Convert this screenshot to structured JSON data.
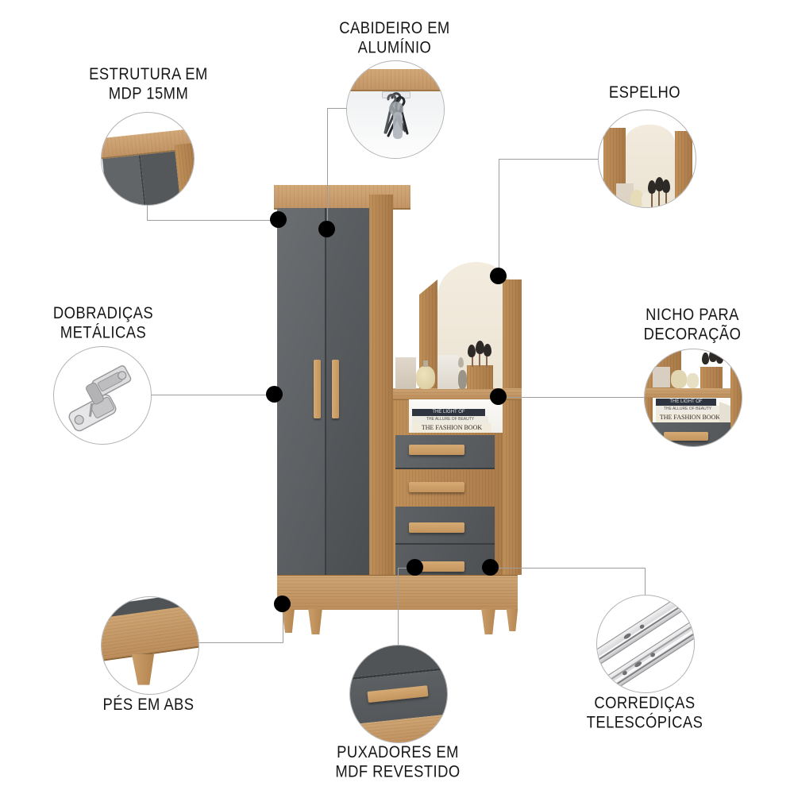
{
  "callouts": {
    "estrutura": {
      "label": "ESTRUTURA EM\nMDP 15MM"
    },
    "cabideiro": {
      "label": "CABIDEIRO EM\nALUMÍNIO"
    },
    "espelho": {
      "label": "ESPELHO"
    },
    "dobradicas": {
      "label": "DOBRADIÇAS\nMETÁLICAS"
    },
    "nicho": {
      "label": "NICHO PARA\nDECORAÇÃO"
    },
    "pes": {
      "label": "PÉS EM ABS"
    },
    "puxadores": {
      "label": "PUXADORES EM\nMDF REVESTIDO"
    },
    "corredicas": {
      "label": "CORREDIÇAS\nTELESCÓPICAS"
    }
  },
  "books": {
    "b1": "THE LIGHT OF",
    "b2": "THE ALLURE OF BEAUTY",
    "b3": "THE FASHION BOOK"
  },
  "colors": {
    "wood": "#c49668",
    "wood_dark": "#b08050",
    "door_gray": "#595d60",
    "door_gray_dark": "#4c5053",
    "mirror_cream": "#f0e9dc",
    "connector_line": "#9e9e9e",
    "dot": "#000000",
    "label_text": "#161616",
    "background": "#ffffff"
  }
}
